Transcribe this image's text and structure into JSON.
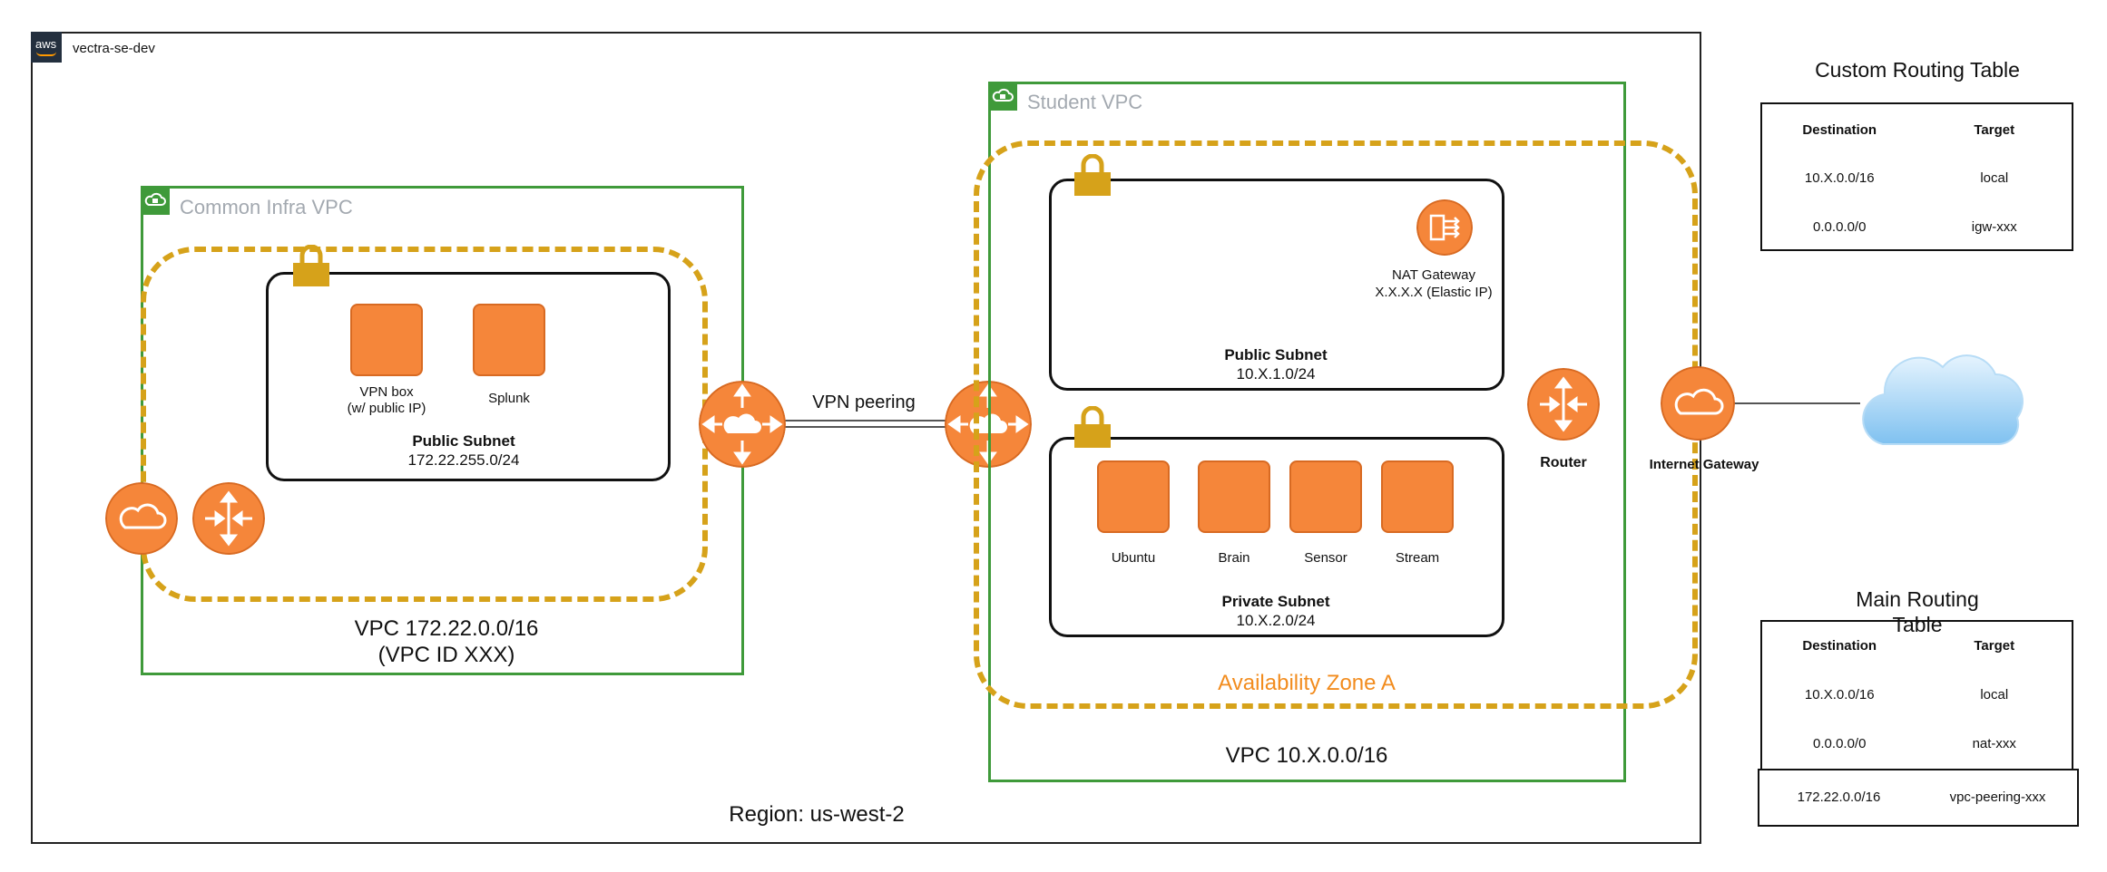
{
  "account": {
    "logo": "aws",
    "name": "vectra-se-dev"
  },
  "region_label": "Region: us-west-2",
  "common_vpc": {
    "title": "Common Infra VPC",
    "cidr_line1": "VPC 172.22.0.0/16",
    "cidr_line2": "(VPC ID XXX)",
    "subnet": {
      "title": "Public Subnet",
      "cidr": "172.22.255.0/24",
      "instances": [
        {
          "label_line1": "VPN box",
          "label_line2": "(w/ public IP)"
        },
        {
          "label_line1": "Splunk",
          "label_line2": ""
        }
      ]
    }
  },
  "peering_label": "VPN  peering",
  "student_vpc": {
    "title": "Student VPC",
    "cidr": "VPC 10.X.0.0/16",
    "az_label": "Availability Zone A",
    "public_subnet": {
      "title": "Public Subnet",
      "cidr": "10.X.1.0/24",
      "nat_line1": "NAT Gateway",
      "nat_line2": "X.X.X.X (Elastic IP)"
    },
    "private_subnet": {
      "title": "Private Subnet",
      "cidr": "10.X.2.0/24",
      "instances": [
        "Ubuntu",
        "Brain",
        "Sensor",
        "Stream"
      ]
    },
    "router_label": "Router"
  },
  "internet_gateway_label": "Internet Gateway",
  "custom_routing_table": {
    "title": "Custom Routing Table",
    "headers": [
      "Destination",
      "Target"
    ],
    "rows": [
      [
        "10.X.0.0/16",
        "local"
      ],
      [
        "0.0.0.0/0",
        "igw-xxx"
      ]
    ]
  },
  "main_routing_table": {
    "title_line1": "Main Routing",
    "title_line2": "Table",
    "headers": [
      "Destination",
      "Target"
    ],
    "rows": [
      [
        "10.X.0.0/16",
        "local"
      ],
      [
        "0.0.0.0/0",
        "nat-xxx"
      ]
    ],
    "extra_row": [
      "172.22.0.0/16",
      "vpc-peering-xxx"
    ]
  },
  "colors": {
    "aws_orange": "#f5863a",
    "vpc_green": "#3f9a3a",
    "az_dash": "#d6a21a",
    "az_text": "#f28c1e",
    "cloud_blue": "#9fd3f7"
  }
}
